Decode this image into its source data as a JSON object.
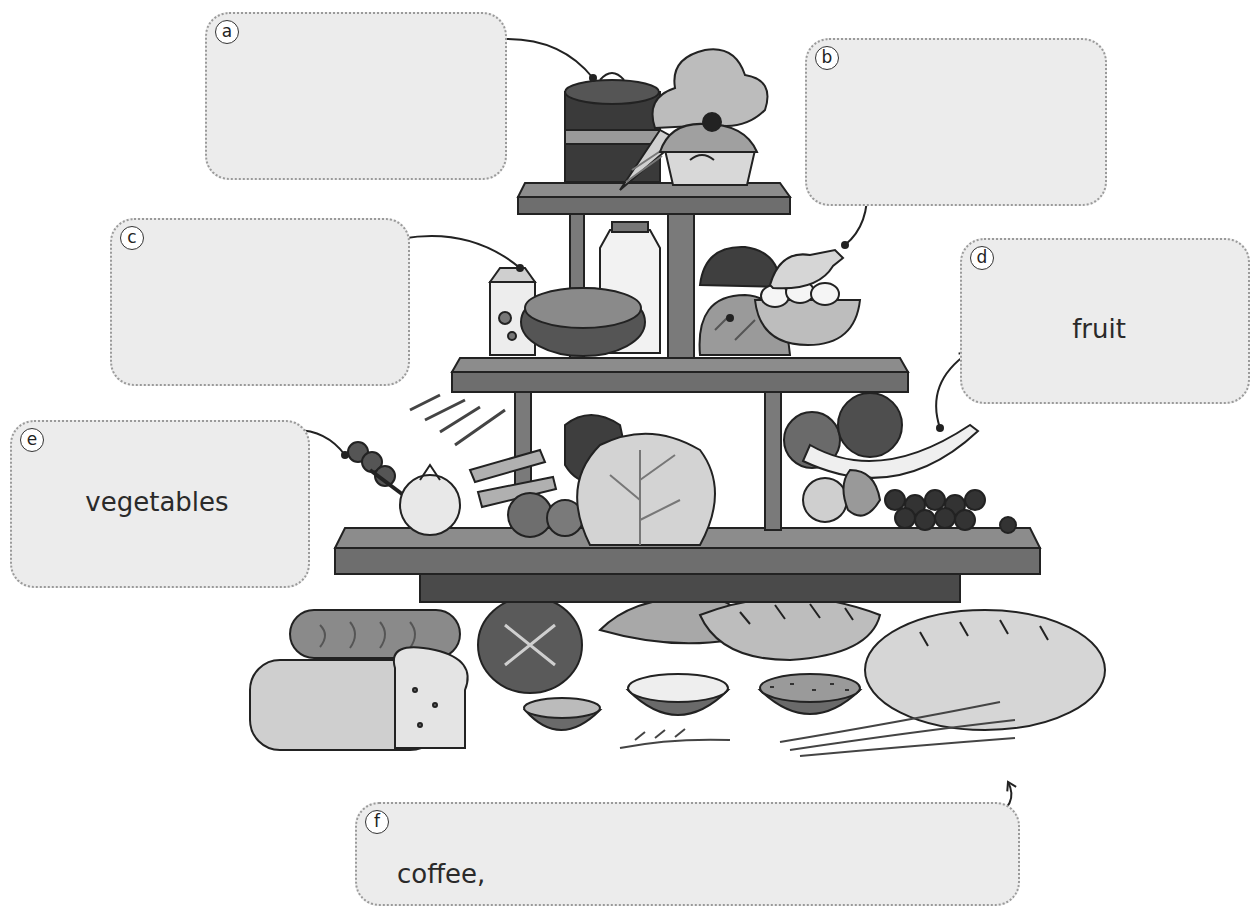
{
  "diagram": {
    "nodes": [
      {
        "text": [
          "a"
        ]
      },
      {
        "text": [
          "b"
        ]
      },
      {
        "text": [
          "c"
        ]
      },
      {
        "text": [
          "d",
          "fruit"
        ]
      },
      {
        "text": [
          "e",
          "vegetables"
        ]
      },
      {
        "text": [
          "f",
          "coffee,"
        ]
      }
    ]
  }
}
